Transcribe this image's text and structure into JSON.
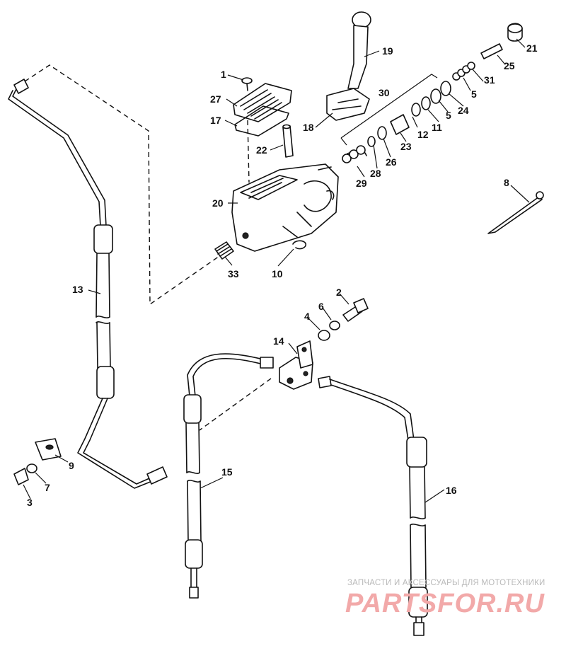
{
  "diagram": {
    "callouts": [
      "1",
      "27",
      "17",
      "22",
      "20",
      "33",
      "10",
      "19",
      "18",
      "30",
      "29",
      "28",
      "26",
      "23",
      "12",
      "11",
      "5",
      "24",
      "5",
      "31",
      "25",
      "21",
      "8",
      "13",
      "14",
      "2",
      "6",
      "4",
      "9",
      "7",
      "3",
      "15",
      "16"
    ]
  },
  "watermark": {
    "line1": "ЗАПЧАСТИ И АКСЕССУАРЫ ДЛЯ МОТОТЕХНИКИ",
    "line2": "PARTSFOR.RU"
  }
}
